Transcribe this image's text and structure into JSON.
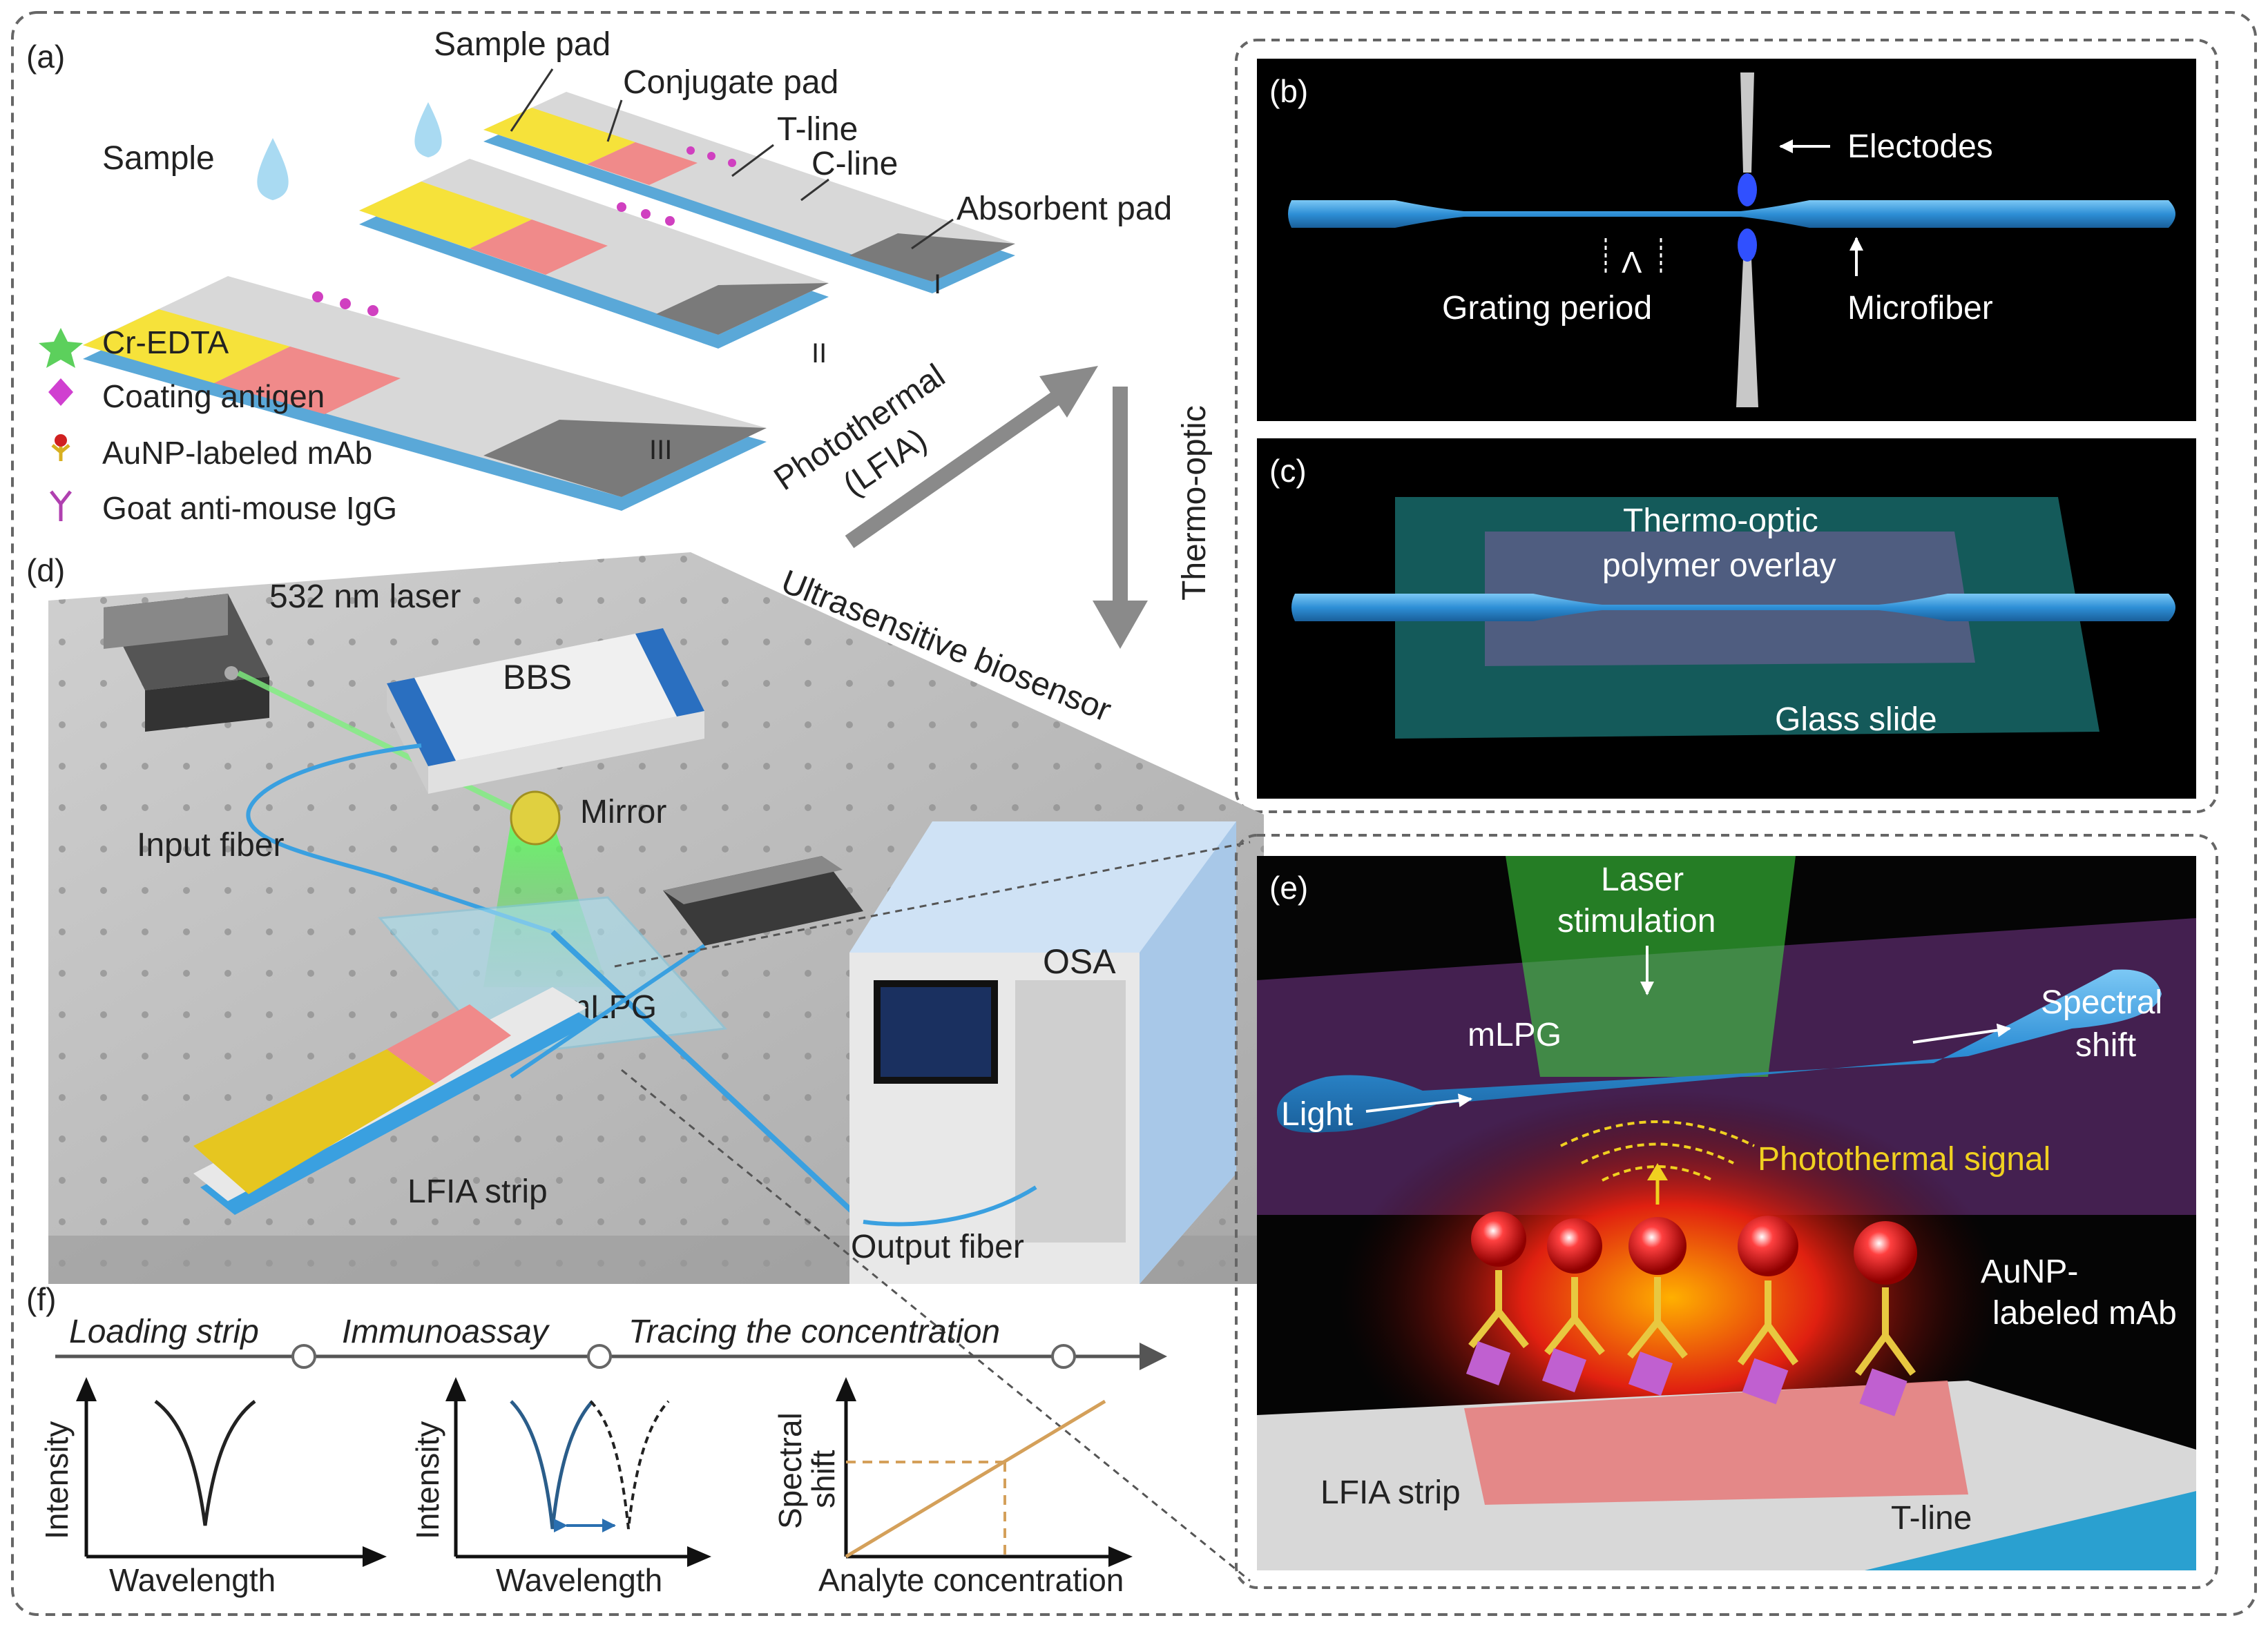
{
  "panel_a": {
    "tag": "(a)",
    "sample_pad": "Sample pad",
    "conjugate_pad": "Conjugate pad",
    "t_line": "T-line",
    "c_line": "C-line",
    "absorbent_pad": "Absorbent pad",
    "sample": "Sample",
    "strip_labels": [
      "I",
      "II",
      "III"
    ],
    "legend": [
      "Cr-EDTA",
      "Coating antigen",
      "AuNP-labeled mAb",
      "Goat anti-mouse IgG"
    ],
    "photothermal": "Photothermal",
    "lfia": "(LFIA)"
  },
  "flow": {
    "thermo_optic": "Thermo-optic",
    "ultrasensitive": "Ultrasensitive biosensor"
  },
  "panel_b": {
    "tag": "(b)",
    "electrodes": "Electodes",
    "lambda": "Λ",
    "grating_period": "Grating period",
    "microfiber": "Microfiber"
  },
  "panel_c": {
    "tag": "(c)",
    "thermo_optic": "Thermo-optic",
    "polymer_overlay": "polymer overlay",
    "glass_slide": "Glass slide"
  },
  "panel_d": {
    "tag": "(d)",
    "laser": "532 nm laser",
    "bbs": "BBS",
    "mirror": "Mirror",
    "input_fiber": "Input fiber",
    "osa": "OSA",
    "mlpg": "mLPG",
    "lfia_strip": "LFIA strip",
    "output_fiber": "Output fiber"
  },
  "panel_e": {
    "tag": "(e)",
    "laser": "Laser",
    "stimulation": "stimulation",
    "mlpg": "mLPG",
    "spectral": "Spectral",
    "shift": "shift",
    "light": "Light",
    "photothermal_signal": "Photothermal signal",
    "aunp": "AuNP-",
    "labeled_mab": "labeled mAb",
    "lfia_strip": "LFIA strip",
    "t_line": "T-line"
  },
  "panel_f": {
    "tag": "(f)",
    "steps": [
      "Loading strip",
      "Immunoassay",
      "Tracing the concentration"
    ],
    "plot1": {
      "ylabel": "Intensity",
      "xlabel": "Wavelength"
    },
    "plot2": {
      "ylabel": "Intensity",
      "xlabel": "Wavelength"
    },
    "plot3": {
      "ylabel1": "Spectral",
      "ylabel2": "shift",
      "xlabel": "Analyte concentration"
    }
  },
  "colors": {
    "fiber": "#3aa0e0",
    "pad_yellow": "#f6e23a",
    "pad_pink": "#f08a8a",
    "arrow_gray": "#8a8a8a",
    "signal_yellow": "#f0d020",
    "curve_blue": "#2a5d8a",
    "line_orange": "#d4a05a"
  }
}
